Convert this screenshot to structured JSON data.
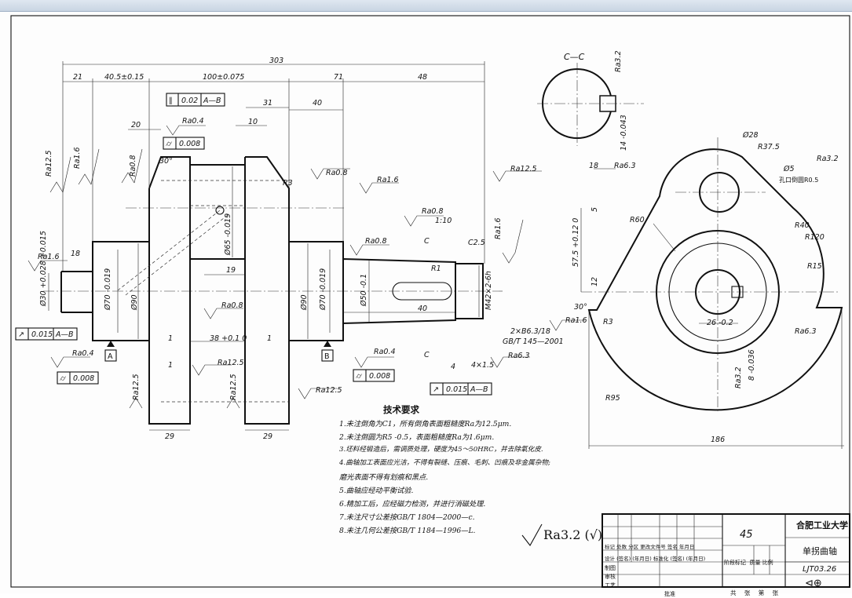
{
  "requirements": {
    "title": "技术要求",
    "items": [
      "1.未注倒角为C1，所有倒角表面粗糙度Ra为12.5μm.",
      "2.未注倒圆为R5 -0.5，表面粗糙度Ra为1.6μm.",
      "3.坯料经锻造后，需调质处理，硬度为45～50HRC，并去除氧化皮.",
      "4.曲轴加工表面应光洁，不得有裂缝、压痕、毛刺、凹痕及非金属杂物;",
      "  磨光表面不得有划痕和黑点.",
      "5.曲轴应经动平衡试验.",
      "6.精加工后，应经磁力检测，并进行消磁处理.",
      "7.未注尺寸公差按GB/T 1804—2000—c.",
      "8.未注几何公差按GB/T 1184—1996—L."
    ]
  },
  "general_finish": "Ra3.2 (√)",
  "title_block": {
    "material": "45",
    "school": "合肥工业大学",
    "part_name": "单拐曲轴",
    "drawing_no": "LJT03.26",
    "row_headers": [
      "标记",
      "处数",
      "分区",
      "更改文件号",
      "签名",
      "年月日"
    ],
    "row_design": [
      "设计",
      "(签名)",
      "(年月日)",
      "标准化",
      "(签名)",
      "(年月日)"
    ],
    "stage_labels": [
      "阶段标记",
      "质量",
      "比例"
    ],
    "left_labels": [
      "制图",
      "审核",
      "工艺"
    ],
    "approve": "批准",
    "sheet_labels": [
      "共",
      "张",
      "第",
      "张"
    ]
  },
  "main_view": {
    "dims": {
      "total": "303",
      "d21": "21",
      "d40_5": "40.5±0.15",
      "d100": "100±0.075",
      "d71": "71",
      "d48": "48",
      "d31": "31",
      "d40": "40",
      "d20": "20",
      "d10": "10",
      "d18": "18",
      "d19": "19",
      "d38": "38 +0.1 0",
      "d29a": "29",
      "d29b": "29",
      "d40b": "40",
      "d4": "4",
      "d4x15": "4×1.5",
      "d1a": "1",
      "d1b": "1",
      "d1c": "1",
      "phi70a": "Ø70 -0.019",
      "phi90a": "Ø90",
      "phi90b": "Ø90",
      "phi70b": "Ø70 -0.019",
      "phi50": "Ø50 -0.1",
      "phi65": "Ø65 -0.019",
      "phi30": "Ø30 +0.028 +0.015",
      "m42": "M42×2-6h",
      "c25": "C2.5",
      "r1": "R1",
      "r3": "R3",
      "a30": "30°",
      "taper": "1:10",
      "spline": "2×B6.3/18",
      "spline_std": "GB/T 145—2001"
    },
    "gdt": {
      "parallel": [
        "∥",
        "0.02",
        "A—B"
      ],
      "cyl1": [
        "⌭",
        "0.008"
      ],
      "runout1": [
        "↗",
        "0.015",
        "A—B"
      ],
      "cyl2": [
        "⌭",
        "0.008"
      ],
      "cyl3": [
        "⌭",
        "0.008"
      ],
      "runout2": [
        "↗",
        "0.015",
        "A—B"
      ]
    },
    "datums": [
      "A",
      "B"
    ],
    "section_c": "C",
    "roughness": [
      "Ra12.5",
      "Ra1.6",
      "Ra0.8",
      "Ra0.4",
      "Ra0.8",
      "Ra1.6",
      "Ra0.8",
      "Ra1.6",
      "Ra0.8",
      "Ra1.6",
      "Ra12.5",
      "Ra0.8",
      "Ra0.4",
      "Ra0.4",
      "Ra12.5",
      "Ra12.5",
      "Ra12.5",
      "Ra12.5",
      "Ra6.3",
      "Ra1.6",
      "Ra12.5"
    ]
  },
  "section_view": {
    "label": "C—C",
    "dims": {
      "ra32": "Ra3.2",
      "key14": "14 -0.043",
      "w18": "18",
      "ra63": "Ra6.3"
    }
  },
  "side_view": {
    "dims": {
      "phi28": "Ø28",
      "r375": "R37.5",
      "phi5": "Ø5",
      "hole": "孔口倒圆R0.5",
      "ra32a": "Ra3.2",
      "r60": "R60",
      "r40": "R40",
      "r120": "R120",
      "r15": "R15",
      "d575": "57.5 +0.12 0",
      "d5": "5",
      "d12": "12",
      "a30": "30°",
      "r3": "R3",
      "d26": "26 -0.2",
      "ra63": "Ra6.3",
      "ra32b": "Ra3.2",
      "key8": "8 -0.036",
      "r95": "R95",
      "w186": "186"
    }
  }
}
